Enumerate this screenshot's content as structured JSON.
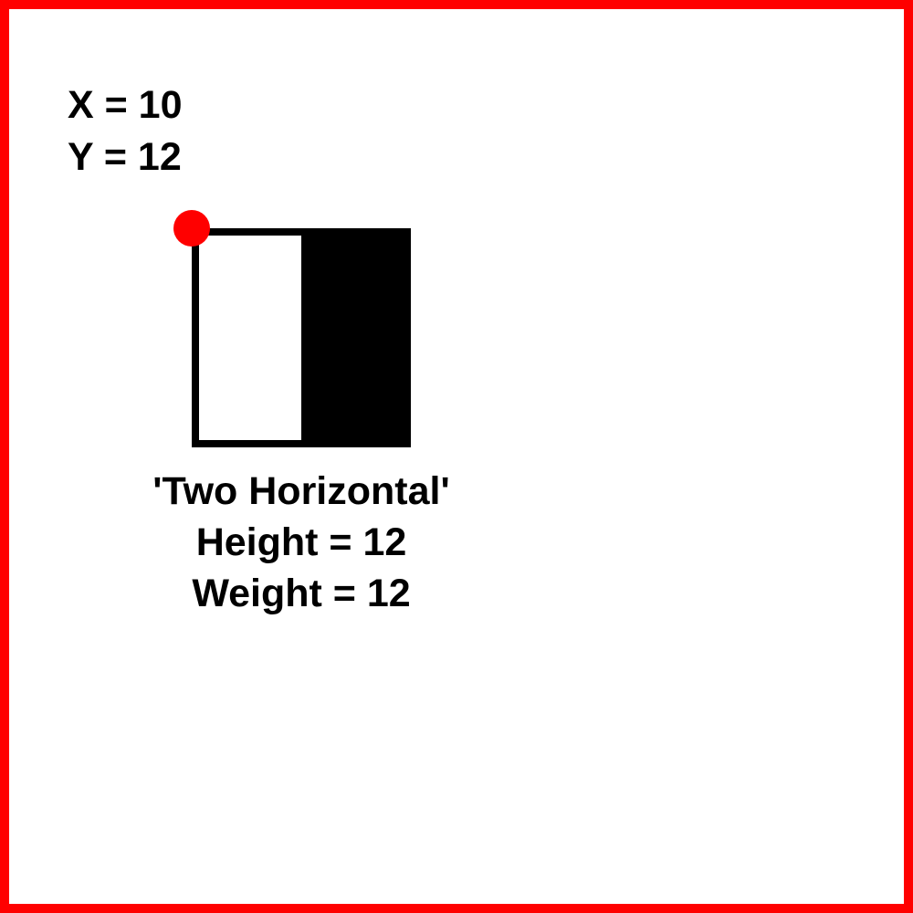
{
  "coordinates": {
    "x_text": "X = 10",
    "y_text": "Y = 12"
  },
  "feature": {
    "name": "'Two Horizontal'",
    "height_text": "Height = 12",
    "weight_text": "Weight = 12"
  },
  "colors": {
    "frame": "#ff0000",
    "marker": "#ff0000",
    "ink": "#000000",
    "background": "#ffffff"
  }
}
